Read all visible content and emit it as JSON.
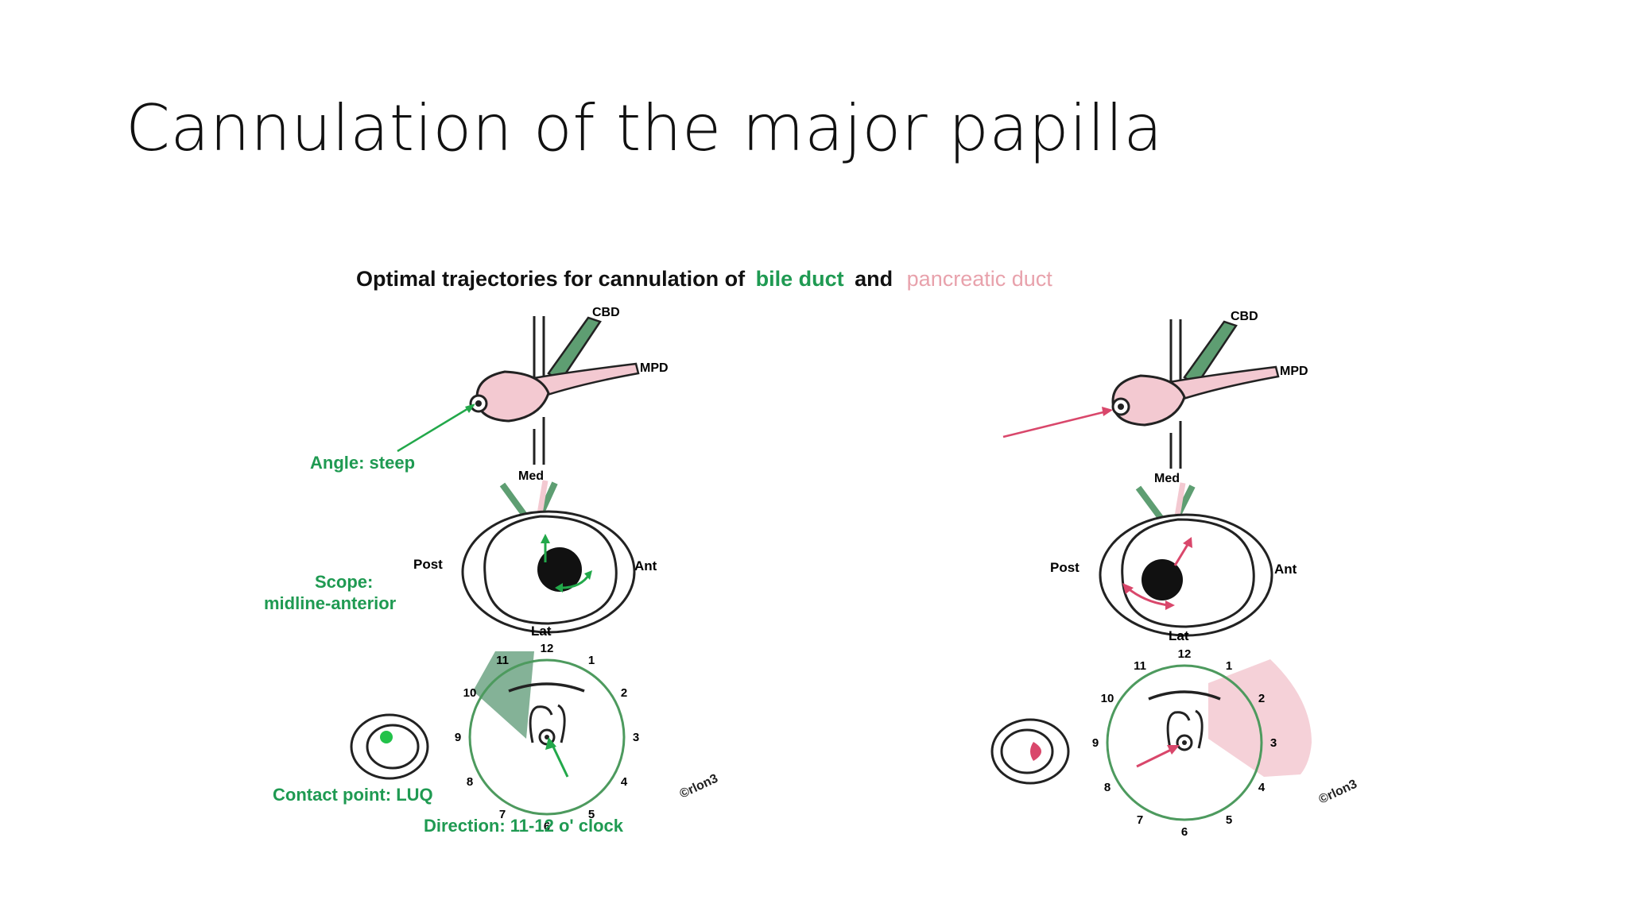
{
  "slide": {
    "title": "Cannulation of the major papilla"
  },
  "figure": {
    "caption_prefix": "Optimal trajectories for cannulation of",
    "caption_bile": "bile duct",
    "caption_and": "and",
    "caption_pancreatic": "pancreatic duct",
    "colors": {
      "bile": "#22a84a",
      "bile_fill": "#5e9e72",
      "pancreatic": "#d9476b",
      "pancreatic_fill": "#f3c9d1",
      "outline": "#222222"
    },
    "left": {
      "label_cbd": "CBD",
      "label_mpd": "MPD",
      "angle": "Angle: steep",
      "label_med": "Med",
      "label_post": "Post",
      "label_ant": "Ant",
      "label_lat": "Lat",
      "scope_line1": "Scope:",
      "scope_line2": "midline-anterior",
      "contact": "Contact point: LUQ",
      "direction": "Direction: 11-12 o' clock",
      "copyright": "©rlon3"
    },
    "right": {
      "label_cbd": "CBD",
      "label_mpd": "MPD",
      "label_med": "Med",
      "label_post": "Post",
      "label_ant": "Ant",
      "label_lat": "Lat",
      "copyright": "©rlon3"
    },
    "clock_numbers": [
      "12",
      "1",
      "2",
      "3",
      "4",
      "5",
      "6",
      "7",
      "8",
      "9",
      "10",
      "11"
    ]
  }
}
